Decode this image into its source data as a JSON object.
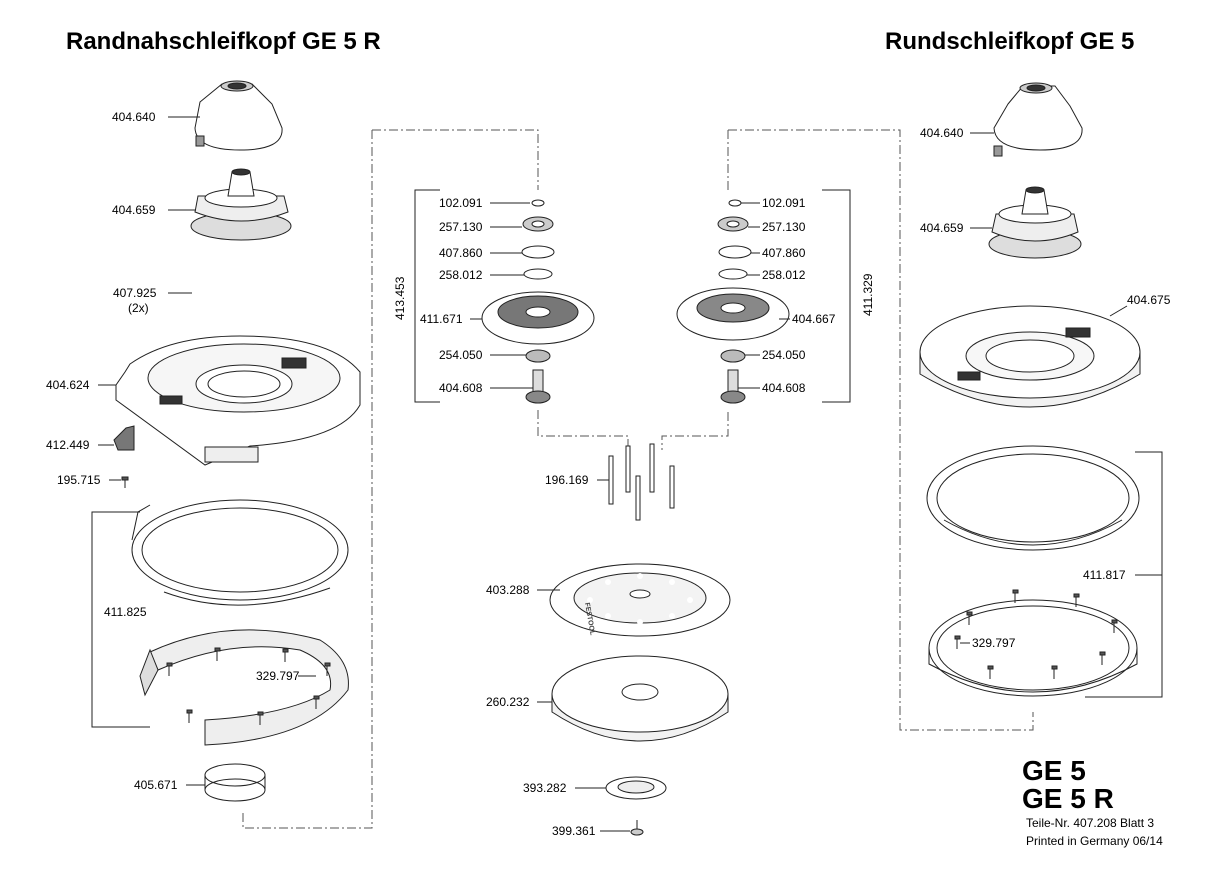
{
  "titles": {
    "left": "Randnahschleifkopf  GE 5 R",
    "right": "Rundschleifkopf  GE 5"
  },
  "models": [
    "GE 5",
    "GE 5 R"
  ],
  "footer": {
    "part_no": "Teile-Nr. 407.208  Blatt 3",
    "printed": "Printed in Germany 06/14"
  },
  "labels": {
    "l_404640": "404.640",
    "l_404659": "404.659",
    "l_407925": "407.925",
    "l_407925_qty": "(2x)",
    "l_404624": "404.624",
    "l_412449": "412.449",
    "l_195715": "195.715",
    "l_411825": "411.825",
    "l_329797": "329.797",
    "l_405671": "405.671",
    "c_102091": "102.091",
    "c_257130": "257.130",
    "c_407860": "407.860",
    "c_258012": "258.012",
    "c_413453": "413.453",
    "c_411671": "411.671",
    "c_254050": "254.050",
    "c_404608": "404.608",
    "d_102091": "102.091",
    "d_257130": "257.130",
    "d_407860": "407.860",
    "d_258012": "258.012",
    "d_411329": "411.329",
    "d_404667": "404.667",
    "d_254050": "254.050",
    "d_404608": "404.608",
    "m_196169": "196.169",
    "m_403288": "403.288",
    "m_260232": "260.232",
    "m_393282": "393.282",
    "m_399361": "399.361",
    "r_404640": "404.640",
    "r_404659": "404.659",
    "r_404675": "404.675",
    "r_411817": "411.817",
    "r_329797": "329.797"
  },
  "pad_marking": "FESTOOL"
}
